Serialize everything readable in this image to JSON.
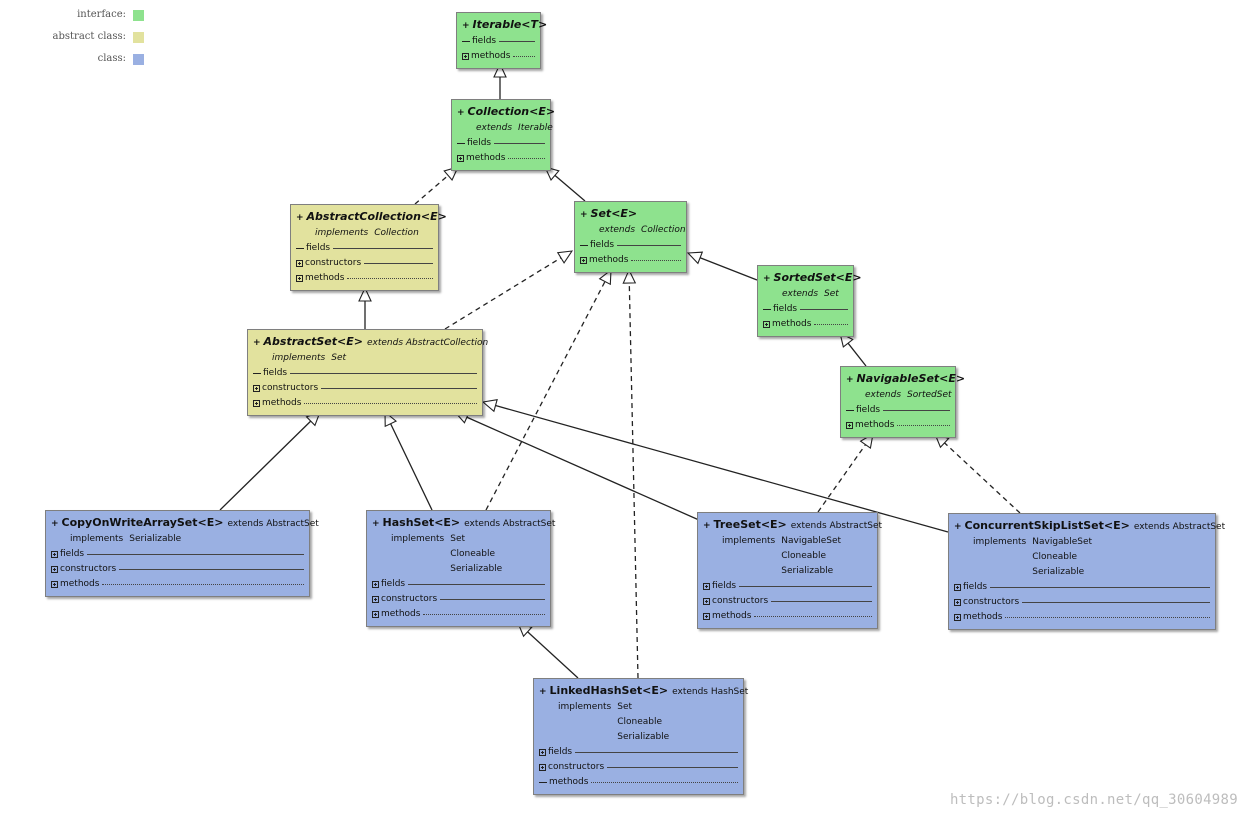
{
  "legend": [
    {
      "label": "interface:",
      "color": "#8ee28e"
    },
    {
      "label": "abstract class:",
      "color": "#e2e29e"
    },
    {
      "label": "class:",
      "color": "#9ab0e2"
    }
  ],
  "nodes": {
    "iterable": {
      "kind": "interface",
      "plus": "+",
      "title": "Iterable<T>",
      "inline": "",
      "relations": [],
      "sections": [
        {
          "label": "fields",
          "expander": false,
          "dotted": false
        },
        {
          "label": "methods",
          "expander": true,
          "dotted": true
        }
      ]
    },
    "collection": {
      "kind": "interface",
      "plus": "+",
      "title": "Collection<E>",
      "inline": "",
      "relations": [
        {
          "keyword": "extends",
          "values": [
            "Iterable"
          ]
        }
      ],
      "sections": [
        {
          "label": "fields",
          "expander": false,
          "dotted": false
        },
        {
          "label": "methods",
          "expander": true,
          "dotted": true
        }
      ]
    },
    "abstractcollection": {
      "kind": "abstract",
      "plus": "+",
      "title": "AbstractCollection<E>",
      "inline": "",
      "relations": [
        {
          "keyword": "implements",
          "values": [
            "Collection"
          ]
        }
      ],
      "sections": [
        {
          "label": "fields",
          "expander": false,
          "dotted": false
        },
        {
          "label": "constructors",
          "expander": true,
          "dotted": false
        },
        {
          "label": "methods",
          "expander": true,
          "dotted": true
        }
      ]
    },
    "set": {
      "kind": "interface",
      "plus": "+",
      "title": "Set<E>",
      "inline": "",
      "relations": [
        {
          "keyword": "extends",
          "values": [
            "Collection"
          ]
        }
      ],
      "sections": [
        {
          "label": "fields",
          "expander": false,
          "dotted": false
        },
        {
          "label": "methods",
          "expander": true,
          "dotted": true
        }
      ]
    },
    "sortedset": {
      "kind": "interface",
      "plus": "+",
      "title": "SortedSet<E>",
      "inline": "",
      "relations": [
        {
          "keyword": "extends",
          "values": [
            "Set"
          ]
        }
      ],
      "sections": [
        {
          "label": "fields",
          "expander": false,
          "dotted": false
        },
        {
          "label": "methods",
          "expander": true,
          "dotted": true
        }
      ]
    },
    "abstractset": {
      "kind": "abstract",
      "plus": "+",
      "title": "AbstractSet<E>",
      "inline": "extends AbstractCollection",
      "relations": [
        {
          "keyword": "implements",
          "values": [
            "Set"
          ]
        }
      ],
      "sections": [
        {
          "label": "fields",
          "expander": false,
          "dotted": false
        },
        {
          "label": "constructors",
          "expander": true,
          "dotted": false
        },
        {
          "label": "methods",
          "expander": true,
          "dotted": true
        }
      ]
    },
    "navigableset": {
      "kind": "interface",
      "plus": "+",
      "title": "NavigableSet<E>",
      "inline": "",
      "relations": [
        {
          "keyword": "extends",
          "values": [
            "SortedSet"
          ]
        }
      ],
      "sections": [
        {
          "label": "fields",
          "expander": false,
          "dotted": false
        },
        {
          "label": "methods",
          "expander": true,
          "dotted": true
        }
      ]
    },
    "copyonwritearrayset": {
      "kind": "class",
      "plus": "+",
      "title": "CopyOnWriteArraySet<E>",
      "inline": "extends AbstractSet",
      "relations": [
        {
          "keyword": "implements",
          "values": [
            "Serializable"
          ]
        }
      ],
      "sections": [
        {
          "label": "fields",
          "expander": true,
          "dotted": false
        },
        {
          "label": "constructors",
          "expander": true,
          "dotted": false
        },
        {
          "label": "methods",
          "expander": true,
          "dotted": true
        }
      ]
    },
    "hashset": {
      "kind": "class",
      "plus": "+",
      "title": "HashSet<E>",
      "inline": "extends AbstractSet",
      "relations": [
        {
          "keyword": "implements",
          "values": [
            "Set",
            "Cloneable",
            "Serializable"
          ]
        }
      ],
      "sections": [
        {
          "label": "fields",
          "expander": true,
          "dotted": false
        },
        {
          "label": "constructors",
          "expander": true,
          "dotted": false
        },
        {
          "label": "methods",
          "expander": true,
          "dotted": true
        }
      ]
    },
    "treeset": {
      "kind": "class",
      "plus": "+",
      "title": "TreeSet<E>",
      "inline": "extends AbstractSet",
      "relations": [
        {
          "keyword": "implements",
          "values": [
            "NavigableSet",
            "Cloneable",
            "Serializable"
          ]
        }
      ],
      "sections": [
        {
          "label": "fields",
          "expander": true,
          "dotted": false
        },
        {
          "label": "constructors",
          "expander": true,
          "dotted": false
        },
        {
          "label": "methods",
          "expander": true,
          "dotted": true
        }
      ]
    },
    "concurrentskiplistset": {
      "kind": "class",
      "plus": "+",
      "title": "ConcurrentSkipListSet<E>",
      "inline": "extends AbstractSet",
      "relations": [
        {
          "keyword": "implements",
          "values": [
            "NavigableSet",
            "Cloneable",
            "Serializable"
          ]
        }
      ],
      "sections": [
        {
          "label": "fields",
          "expander": true,
          "dotted": false
        },
        {
          "label": "constructors",
          "expander": true,
          "dotted": false
        },
        {
          "label": "methods",
          "expander": true,
          "dotted": true
        }
      ]
    },
    "linkedhashset": {
      "kind": "class",
      "plus": "+",
      "title": "LinkedHashSet<E>",
      "inline": "extends HashSet",
      "relations": [
        {
          "keyword": "implements",
          "values": [
            "Set",
            "Cloneable",
            "Serializable"
          ]
        }
      ],
      "sections": [
        {
          "label": "fields",
          "expander": true,
          "dotted": false
        },
        {
          "label": "constructors",
          "expander": true,
          "dotted": false
        },
        {
          "label": "methods",
          "expander": false,
          "dotted": true
        }
      ]
    }
  },
  "edges": [
    {
      "from": "collection",
      "to": "iterable",
      "style": "solid"
    },
    {
      "from": "abstractcollection",
      "to": "collection",
      "style": "dashed"
    },
    {
      "from": "set",
      "to": "collection",
      "style": "solid"
    },
    {
      "from": "sortedset",
      "to": "set",
      "style": "solid"
    },
    {
      "from": "abstractset",
      "to": "abstractcollection",
      "style": "solid"
    },
    {
      "from": "abstractset",
      "to": "set",
      "style": "dashed"
    },
    {
      "from": "navigableset",
      "to": "sortedset",
      "style": "solid"
    },
    {
      "from": "copyonwritearrayset",
      "to": "abstractset",
      "style": "solid"
    },
    {
      "from": "hashset",
      "to": "abstractset",
      "style": "solid"
    },
    {
      "from": "hashset",
      "to": "set",
      "style": "dashed"
    },
    {
      "from": "treeset",
      "to": "abstractset",
      "style": "solid"
    },
    {
      "from": "treeset",
      "to": "navigableset",
      "style": "dashed"
    },
    {
      "from": "concurrentskiplistset",
      "to": "abstractset",
      "style": "solid"
    },
    {
      "from": "concurrentskiplistset",
      "to": "navigableset",
      "style": "dashed"
    },
    {
      "from": "linkedhashset",
      "to": "hashset",
      "style": "solid"
    },
    {
      "from": "linkedhashset",
      "to": "set",
      "style": "dashed"
    }
  ],
  "watermark": "https://blog.csdn.net/qq_30604989"
}
